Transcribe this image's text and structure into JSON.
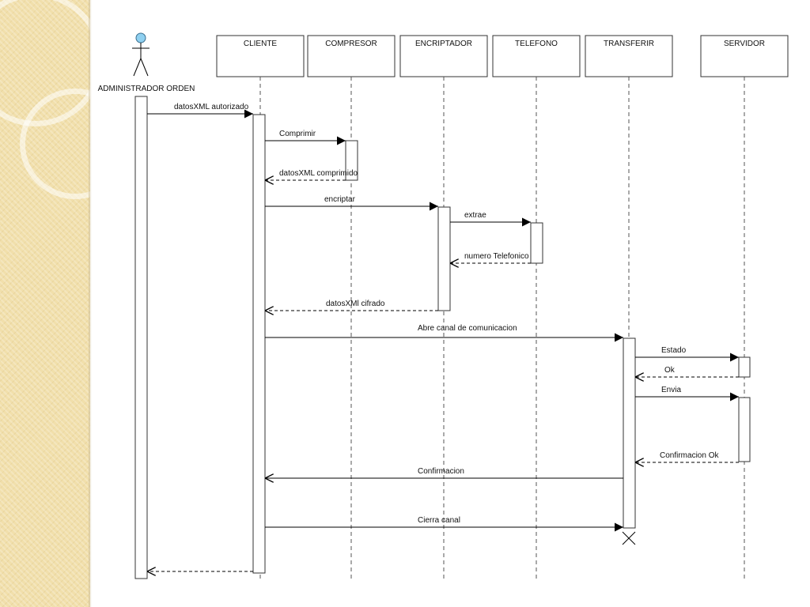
{
  "colors": {
    "sidebar": "#f1dfab",
    "line": "#000000",
    "lifeline": "#555555",
    "actor_head": "#8fd0f0"
  },
  "diagram": {
    "actor": {
      "label": "ADMINISTRADOR  ORDEN"
    },
    "participants": [
      {
        "id": "cliente",
        "label": "CLIENTE"
      },
      {
        "id": "compresor",
        "label": "COMPRESOR"
      },
      {
        "id": "encriptador",
        "label": "ENCRIPTADOR"
      },
      {
        "id": "telefono",
        "label": "TELEFONO"
      },
      {
        "id": "transferir",
        "label": "TRANSFERIR"
      },
      {
        "id": "servidor",
        "label": "SERVIDOR"
      }
    ],
    "messages": [
      {
        "from": "admin",
        "to": "cliente",
        "label": "datosXML autorizado",
        "type": "sync"
      },
      {
        "from": "cliente",
        "to": "compresor",
        "label": "Comprimir",
        "type": "sync"
      },
      {
        "from": "compresor",
        "to": "cliente",
        "label": "datosXML comprimido",
        "type": "return"
      },
      {
        "from": "cliente",
        "to": "encriptador",
        "label": "encriptar",
        "type": "sync"
      },
      {
        "from": "encriptador",
        "to": "telefono",
        "label": "extrae",
        "type": "sync"
      },
      {
        "from": "telefono",
        "to": "encriptador",
        "label": "numero Telefonico",
        "type": "return"
      },
      {
        "from": "encriptador",
        "to": "cliente",
        "label": "datosXMl cifrado",
        "type": "return"
      },
      {
        "from": "cliente",
        "to": "transferir",
        "label": "Abre canal de comunicacion",
        "type": "sync"
      },
      {
        "from": "transferir",
        "to": "servidor",
        "label": "Estado",
        "type": "sync"
      },
      {
        "from": "servidor",
        "to": "transferir",
        "label": "Ok",
        "type": "return"
      },
      {
        "from": "transferir",
        "to": "servidor",
        "label": "Envia",
        "type": "sync"
      },
      {
        "from": "servidor",
        "to": "transferir",
        "label": "Confirmacion Ok",
        "type": "return"
      },
      {
        "from": "transferir",
        "to": "cliente",
        "label": "Confirmacion",
        "type": "async"
      },
      {
        "from": "cliente",
        "to": "transferir",
        "label": "Cierra canal",
        "type": "sync"
      },
      {
        "from": "cliente",
        "to": "admin",
        "label": "",
        "type": "return"
      }
    ]
  }
}
